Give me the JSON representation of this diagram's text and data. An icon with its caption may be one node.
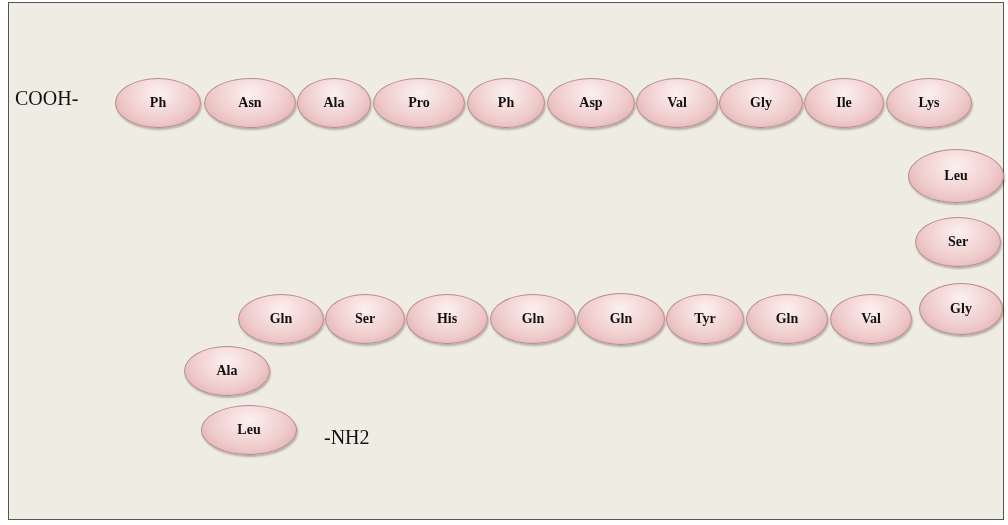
{
  "diagram": {
    "nodes": [
      {
        "text": [
          "Ph"
        ]
      },
      {
        "text": [
          "Asn"
        ]
      },
      {
        "text": [
          "Ala"
        ]
      },
      {
        "text": [
          "Pro"
        ]
      },
      {
        "text": [
          "Ph"
        ]
      },
      {
        "text": [
          "Asp"
        ]
      },
      {
        "text": [
          "Val"
        ]
      },
      {
        "text": [
          "Gly"
        ]
      },
      {
        "text": [
          "Ile"
        ]
      },
      {
        "text": [
          "Lys"
        ]
      },
      {
        "text": [
          "Leu"
        ]
      },
      {
        "text": [
          "Ser"
        ]
      },
      {
        "text": [
          "Gln"
        ]
      },
      {
        "text": [
          "Ser"
        ]
      },
      {
        "text": [
          "His"
        ]
      },
      {
        "text": [
          "Gln"
        ]
      },
      {
        "text": [
          "Gln"
        ]
      },
      {
        "text": [
          "Tyr"
        ]
      },
      {
        "text": [
          "Gln"
        ]
      },
      {
        "text": [
          "Val"
        ]
      },
      {
        "text": [
          "Gly"
        ]
      },
      {
        "text": [
          "Ala"
        ]
      },
      {
        "text": [
          "Leu"
        ]
      }
    ],
    "labels": [
      "COOH-",
      "-NH2"
    ]
  }
}
